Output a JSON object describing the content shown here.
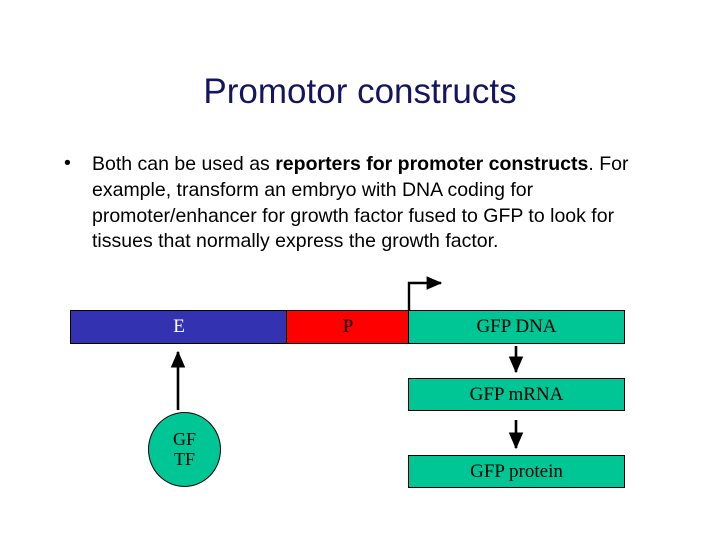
{
  "slide": {
    "title": "Promotor constructs",
    "title_color": "#14145f",
    "background_color": "#ffffff"
  },
  "body": {
    "bullet_glyph": "•",
    "bullets": [
      {
        "segments": [
          {
            "text": "Both can be used as ",
            "bold": false
          },
          {
            "text": "reporters for promoter constructs",
            "bold": true
          },
          {
            "text": ".  For example, transform an embryo with DNA coding for promoter/enhancer for growth factor fused to GFP to look for tissues that normally express the growth factor.",
            "bold": false
          }
        ]
      }
    ]
  },
  "diagram": {
    "construct_bar": {
      "segments": [
        {
          "name": "enhancer",
          "label": "E",
          "fill": "#3333b2",
          "text_color": "#ffffff"
        },
        {
          "name": "promoter",
          "label": "P",
          "fill": "#fe0000",
          "text_color": "#000000"
        },
        {
          "name": "gfp-dna",
          "label": "GFP DNA",
          "fill": "#00c695",
          "text_color": "#000000"
        }
      ]
    },
    "boxes": [
      {
        "name": "gfp-mrna",
        "label": "GFP mRNA",
        "fill": "#00c695"
      },
      {
        "name": "gfp-protein",
        "label": "GFP protein",
        "fill": "#00c695"
      }
    ],
    "oval": {
      "name": "growth-factor-transcription-factor",
      "line1": "GF",
      "line2": "TF",
      "fill": "#00c695"
    },
    "arrows": [
      {
        "name": "transcription-start-arrow",
        "direction": "right-angle-up-then-right"
      },
      {
        "name": "transcription-arrow",
        "direction": "down"
      },
      {
        "name": "translation-arrow",
        "direction": "down"
      },
      {
        "name": "tf-binding-arrow",
        "direction": "up"
      }
    ],
    "arrow_color": "#000000"
  }
}
